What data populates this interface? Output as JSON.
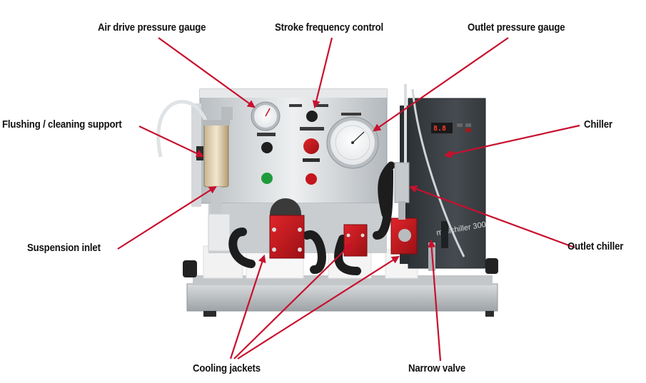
{
  "labels": {
    "air_drive_pressure_gauge": "Air drive pressure gauge",
    "stroke_frequency_control": "Stroke frequency control",
    "outlet_pressure_gauge": "Outlet pressure gauge",
    "flushing_cleaning_support": "Flushing / cleaning support",
    "chiller": "Chiller",
    "suspension_inlet": "Suspension inlet",
    "outlet_chiller": "Outlet chiller",
    "cooling_jackets": "Cooling jackets",
    "narrow_valve": "Narrow valve"
  },
  "chiller_display": "8.8",
  "chiller_brand": "minichiller 300",
  "colors": {
    "arrow": "#c8102e",
    "jacket_red": "#c4161c",
    "chiller_body": "#3b4045",
    "steel": "#cfd3d6"
  }
}
